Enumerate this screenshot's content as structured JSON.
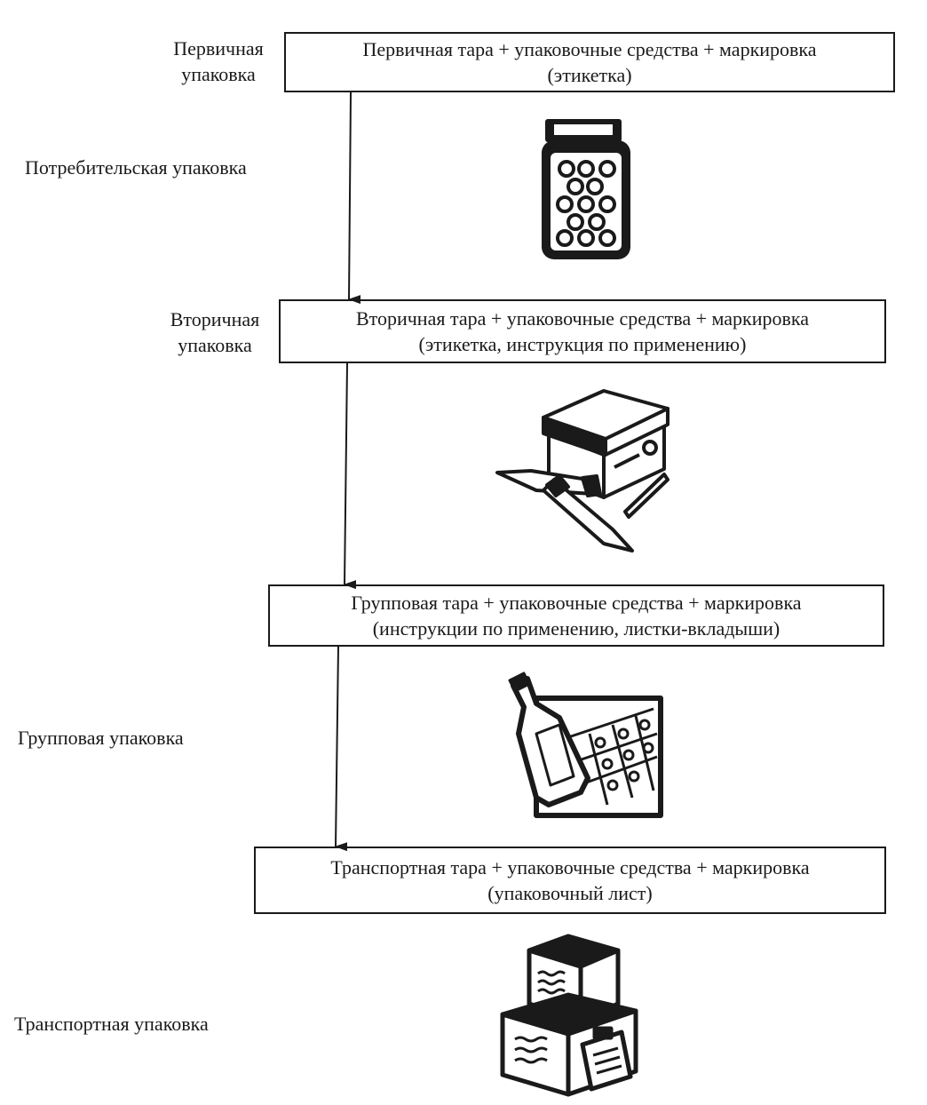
{
  "side_labels": {
    "primary": [
      "Первичная",
      "упаковка"
    ],
    "consumer": "Потребительская упаковка",
    "secondary": [
      "Вторичная",
      "упаковка"
    ],
    "group": "Групповая упаковка",
    "transport": "Транспортная упаковка"
  },
  "boxes": {
    "primary": [
      "Первичная тара + упаковочные средства + маркировка",
      "(этикетка)"
    ],
    "secondary": [
      "Вторичная тара + упаковочные средства + маркировка",
      "(этикетка, инструкция по применению)"
    ],
    "group": [
      "Групповая тара + упаковочные средства + маркировка",
      "(инструкции по применению, листки-вкладыши)"
    ],
    "transport": [
      "Транспортная тара + упаковочные средства + маркировка",
      "(упаковочный лист)"
    ]
  },
  "icons": [
    "pill-jar-icon",
    "box-and-tubes-icon",
    "bottle-crate-icon",
    "stacked-boxes-icon"
  ]
}
